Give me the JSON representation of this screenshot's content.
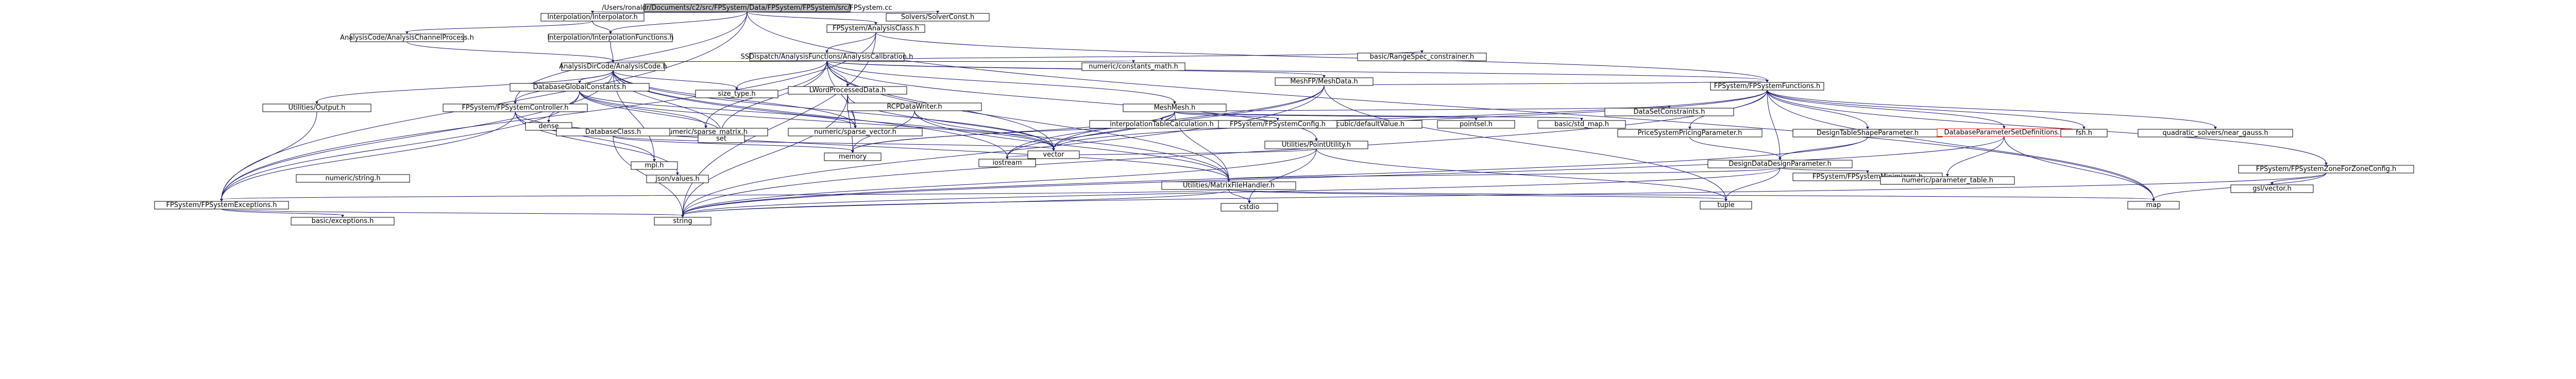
{
  "colors": {
    "background": "#ffffff",
    "edge": "#191970",
    "root_fill": "#bfbfbf",
    "node_fill": "#ffffff",
    "node_border": "#000000",
    "missing_border": "#ff0000",
    "external_border": "#bfbfbf"
  },
  "nodes": [
    {
      "id": "root",
      "label": "/Users/ronaldr/Documents/c2/src/FPSystem/Data/FPSystem/FPSystem/src/FPSystem.cc"
    },
    {
      "id": "ini",
      "label": "Interpolation/Interpolator.h"
    },
    {
      "id": "solver",
      "label": "Solvers/SolverConst.h"
    },
    {
      "id": "fpsysc",
      "label": "FPSystem/AnalysisClass.h"
    },
    {
      "id": "aaip",
      "label": "AnalysisCode/AnalysisChannelProcess.h"
    },
    {
      "id": "nif",
      "label": "Interpolation/InterpolationFunctions.h"
    },
    {
      "id": "sfac",
      "label": "SSDispatch/AnalysisFunctions/AnalysisCalibration.h"
    },
    {
      "id": "acs",
      "label": "AnalysisDirCode/AnalysisCode.h"
    },
    {
      "id": "nfconst",
      "label": "numeric/constants_math.h"
    },
    {
      "id": "mfd",
      "label": "MeshFP/MeshData.h"
    },
    {
      "id": "basicrange",
      "label": "basic/RangeSpec_constrainer.h"
    },
    {
      "id": "fpsystemfn",
      "label": "FPSystem/FPSystemFunctions.h"
    },
    {
      "id": "dgc",
      "label": "DatabaseGlobalConstants.h"
    },
    {
      "id": "sizet",
      "label": "size_type.h"
    },
    {
      "id": "lwd",
      "label": "LWordProcessedData.h"
    },
    {
      "id": "mesh",
      "label": "MeshMesh.h"
    },
    {
      "id": "cubic",
      "label": "cubic/defaultValue.h"
    },
    {
      "id": "rcp",
      "label": "RCPDataWriter.h"
    },
    {
      "id": "ddc",
      "label": "DataSetConstraints.h"
    },
    {
      "id": "util",
      "label": "Utilities/Output.h"
    },
    {
      "id": "fpcontrol",
      "label": "FPSystem/FPSystemController.h"
    },
    {
      "id": "dense",
      "label": "dense"
    },
    {
      "id": "nfsparse",
      "label": "numeric/sparse_matrix.h"
    },
    {
      "id": "set",
      "label": "set"
    },
    {
      "id": "sparse",
      "label": "numeric/sparse_vector.h"
    },
    {
      "id": "dbc",
      "label": "DatabaseClass.h"
    },
    {
      "id": "interpolationdrv",
      "label": "interpolationTableCalculation.h"
    },
    {
      "id": "fpconfig",
      "label": "FPSystem/FPSystemConfig.h"
    },
    {
      "id": "pointsel",
      "label": "pointsel.h"
    },
    {
      "id": "basicmap",
      "label": "basic/std_map.h"
    },
    {
      "id": "utilpt",
      "label": "Utilities/PointUtility.h"
    },
    {
      "id": "pricefp",
      "label": "PriceSystemPricingParameter.h"
    },
    {
      "id": "design",
      "label": "DesignTableShapeParameter.h"
    },
    {
      "id": "dbf",
      "label": "DatabaseParameterSetDefinitions.h"
    },
    {
      "id": "fsh",
      "label": "fsh.h"
    },
    {
      "id": "gsearch",
      "label": "quadratic_solvers/near_gauss.h"
    },
    {
      "id": "iostream",
      "label": "iostream"
    },
    {
      "id": "mpi",
      "label": "mpi.h"
    },
    {
      "id": "memory",
      "label": "memory"
    },
    {
      "id": "vector",
      "label": "vector"
    },
    {
      "id": "jsc",
      "label": "json/values.h"
    },
    {
      "id": "dtp",
      "label": "DesignDataDesignParameter.h"
    },
    {
      "id": "fpmin",
      "label": "FPSystem/FPSystemMinimizers.h"
    },
    {
      "id": "fpzone",
      "label": "FPSystem/FPSystemZoneForZoneConfig.h"
    },
    {
      "id": "ncparams",
      "label": "numeric/parameter_table.h"
    },
    {
      "id": "gsl",
      "label": "gsl/vector.h"
    },
    {
      "id": "utilmat",
      "label": "Utilities/MatrixFileHandler.h"
    },
    {
      "id": "cstdio",
      "label": "cstdio"
    },
    {
      "id": "fpexc",
      "label": "FPSystem/FPSystemExceptions.h"
    },
    {
      "id": "cmap",
      "label": "map"
    },
    {
      "id": "tuple",
      "label": "tuple"
    },
    {
      "id": "basicexc",
      "label": "basic/exceptions.h"
    },
    {
      "id": "string",
      "label": "string"
    },
    {
      "id": "nestring",
      "label": "numeric/string.h"
    }
  ]
}
